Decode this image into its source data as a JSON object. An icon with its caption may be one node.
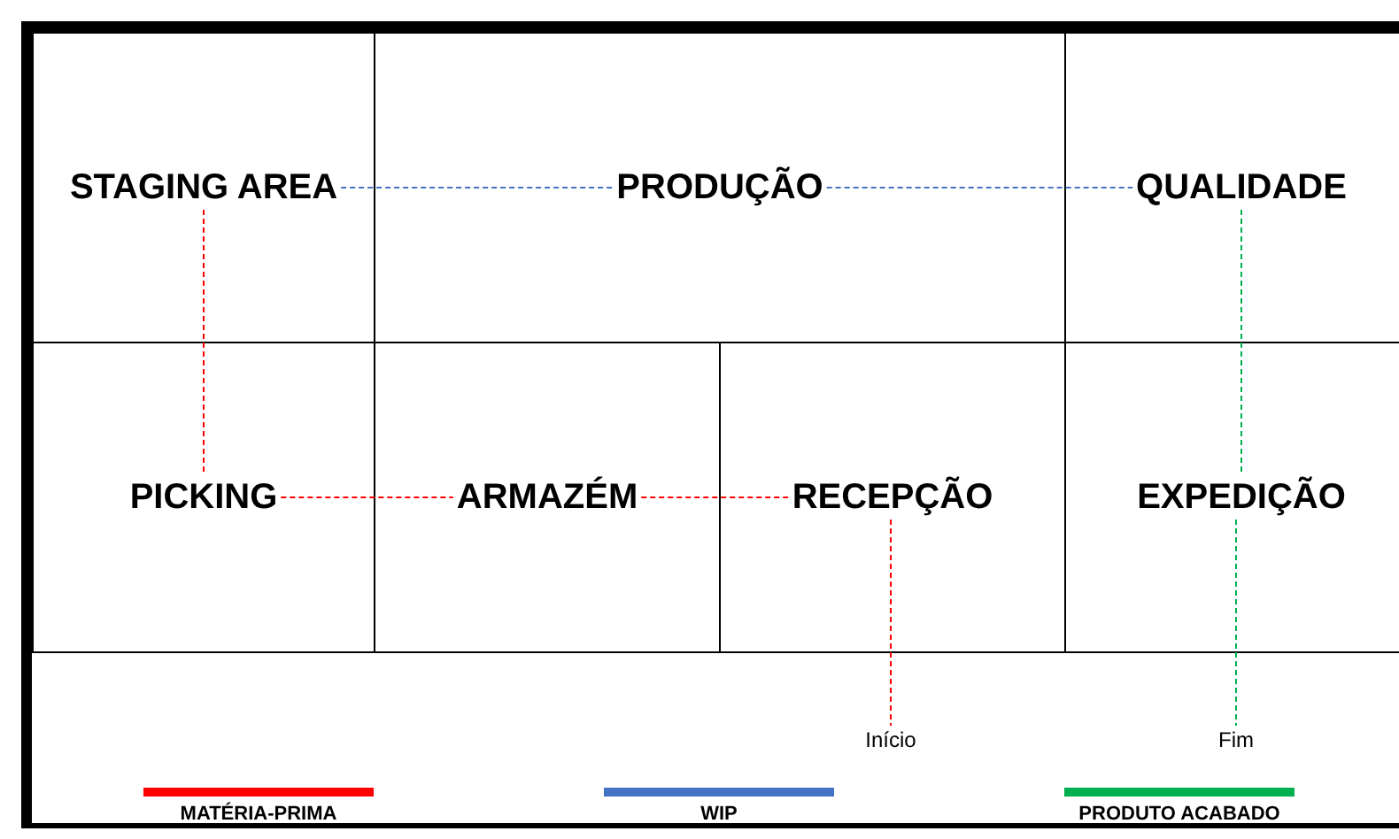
{
  "diagram": {
    "nodes": [
      {
        "text": [
          "STAGING AREA"
        ]
      },
      {
        "text": [
          "PRODUÇÃO"
        ]
      },
      {
        "text": [
          "QUALIDADE"
        ]
      },
      {
        "text": [
          "PICKING"
        ]
      },
      {
        "text": [
          "ARMAZÉM"
        ]
      },
      {
        "text": [
          "RECEPÇÃO"
        ]
      },
      {
        "text": [
          "EXPEDIÇÃO"
        ]
      },
      {
        "text": [
          "Início"
        ]
      },
      {
        "text": [
          "Fim"
        ]
      }
    ],
    "edges": [
      {
        "from": 0,
        "to": 1,
        "arrow": "none",
        "style": "dashed",
        "color": "#4472c4"
      },
      {
        "from": 1,
        "to": 2,
        "arrow": "none",
        "style": "dashed",
        "color": "#4472c4"
      },
      {
        "from": 0,
        "to": 3,
        "arrow": "none",
        "style": "dashed",
        "color": "#ff0000"
      },
      {
        "from": 3,
        "to": 4,
        "arrow": "none",
        "style": "dashed",
        "color": "#ff0000"
      },
      {
        "from": 4,
        "to": 5,
        "arrow": "none",
        "style": "dashed",
        "color": "#ff0000"
      },
      {
        "from": 5,
        "to": 7,
        "arrow": "none",
        "style": "dashed",
        "color": "#ff0000"
      },
      {
        "from": 2,
        "to": 6,
        "arrow": "none",
        "style": "dashed",
        "color": "#00b050"
      },
      {
        "from": 6,
        "to": 8,
        "arrow": "none",
        "style": "dashed",
        "color": "#00b050"
      }
    ],
    "legend": [
      {
        "text": "MATÉRIA-PRIMA",
        "color": "#ff0000"
      },
      {
        "text": "WIP",
        "color": "#4472c4"
      },
      {
        "text": "PRODUTO ACABADO",
        "color": "#00b050"
      }
    ]
  }
}
